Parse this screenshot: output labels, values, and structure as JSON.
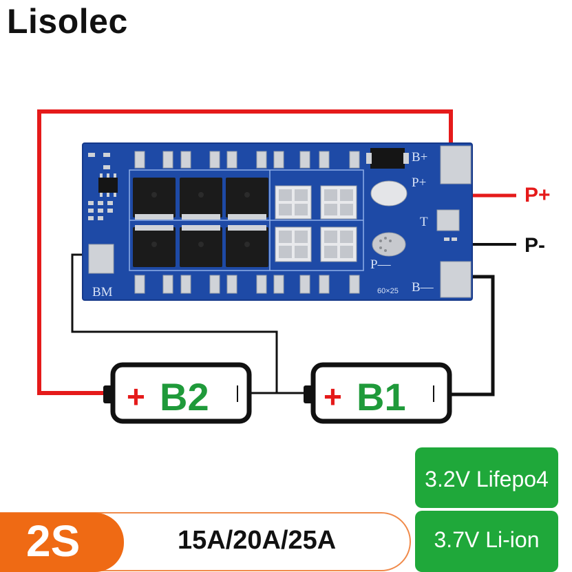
{
  "brand": "Lisolec",
  "board": {
    "labels": {
      "b_plus": "B+",
      "p_plus": "P+",
      "t": "T",
      "p_minus": "P—",
      "b_minus": "B—",
      "bm": "BM",
      "model": "60×25"
    }
  },
  "terminals": {
    "p_plus": "P+",
    "p_minus": "P-"
  },
  "batteries": [
    {
      "label": "B2",
      "plus_sign": "+"
    },
    {
      "label": "B1",
      "plus_sign": "+"
    }
  ],
  "series_badge": "2S",
  "current_ratings": "15A/20A/25A",
  "chemistries": [
    "3.2V Lifepo4",
    "3.7V Li-ion"
  ],
  "colors": {
    "pcb": "#1e4aa6",
    "positive_wire": "#e51a1a",
    "negative_wire": "#111111",
    "battery_label": "#1f9a3a",
    "chem_badge": "#1fa83a",
    "series_badge": "#ef6a14"
  }
}
